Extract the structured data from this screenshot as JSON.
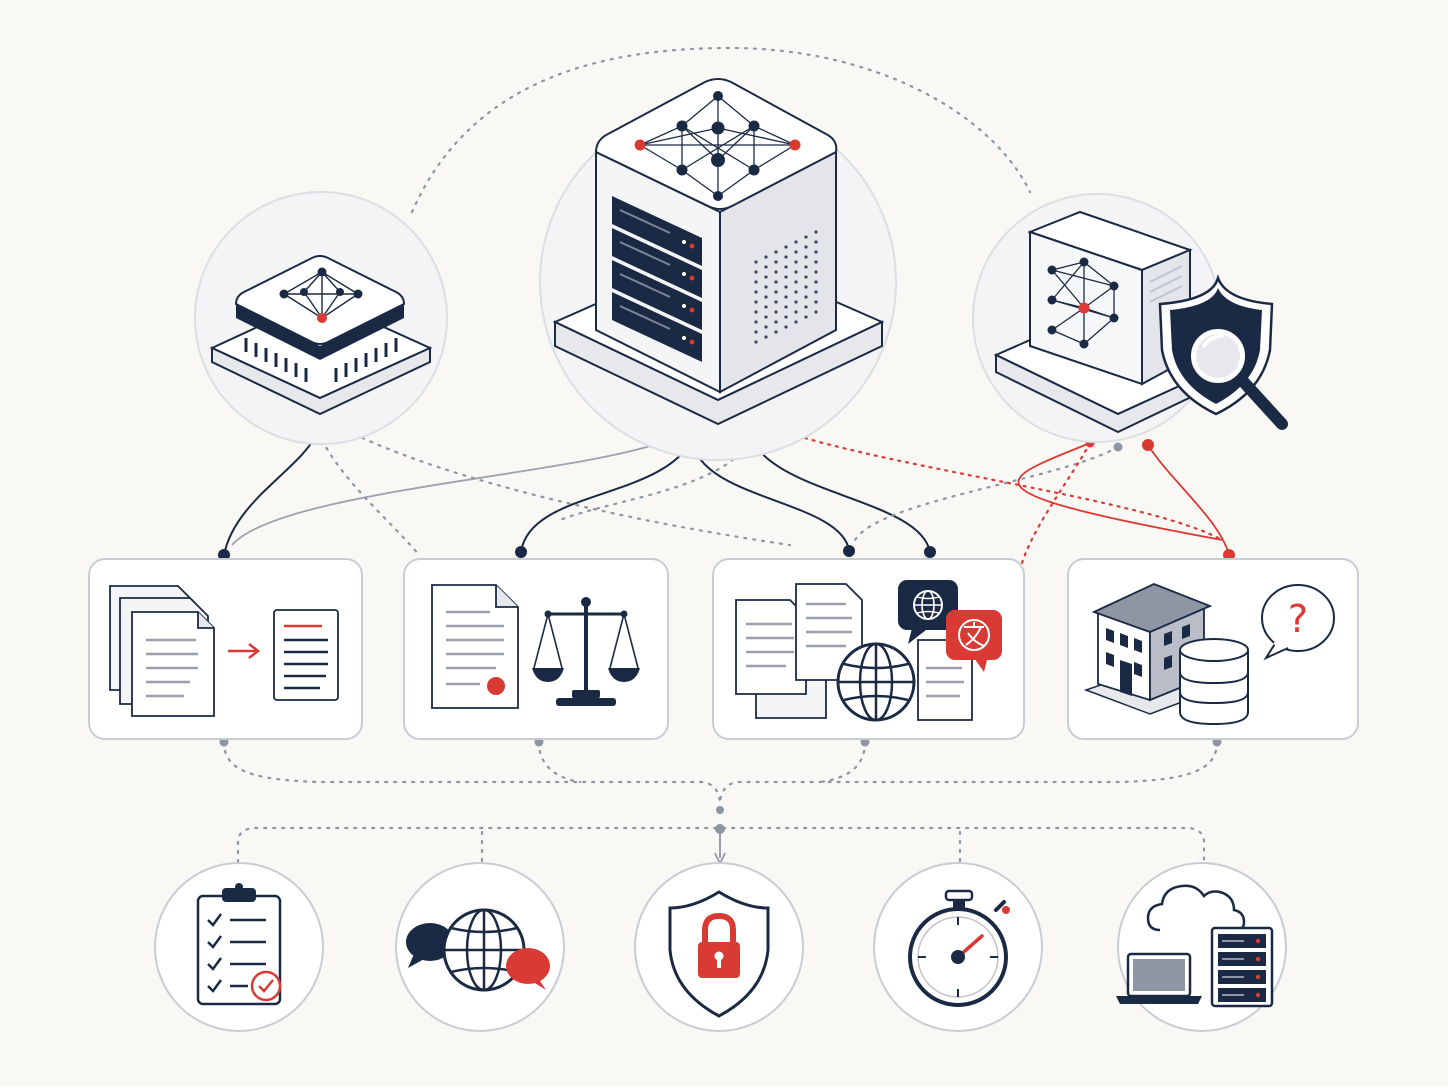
{
  "colors": {
    "background": "#faf8f5",
    "navy": "#1b2a44",
    "red": "#d93b34",
    "gray": "#8e95a3",
    "light_gray": "#c9ccd3",
    "panel_fill": "#ffffff",
    "face_light": "#f1f2f4",
    "face_mid": "#e1e3e8"
  },
  "top_nodes": [
    {
      "id": "edge-chip",
      "icon": "neural-chip-icon"
    },
    {
      "id": "central-server",
      "icon": "neural-server-icon"
    },
    {
      "id": "secure-appliance",
      "icon": "shielded-model-appliance-icon"
    }
  ],
  "task_cards": [
    {
      "id": "summarization",
      "icons": [
        "document-stack-icon",
        "arrow-right-icon",
        "summary-document-icon"
      ]
    },
    {
      "id": "legal-review",
      "icons": [
        "legal-document-icon",
        "scales-icon"
      ]
    },
    {
      "id": "translation",
      "icons": [
        "multilingual-documents-icon",
        "globe-icon",
        "globe-chat-icon",
        "translate-chat-icon"
      ]
    },
    {
      "id": "enterprise-qa",
      "icons": [
        "building-icon",
        "database-icon",
        "question-bubble-icon"
      ]
    }
  ],
  "outcomes": [
    {
      "id": "accuracy",
      "icon": "checklist-icon"
    },
    {
      "id": "multilingual",
      "icon": "chat-globe-icon"
    },
    {
      "id": "privacy",
      "icon": "shield-lock-icon"
    },
    {
      "id": "latency",
      "icon": "stopwatch-icon"
    },
    {
      "id": "deployment",
      "icon": "laptop-cloud-server-icon"
    }
  ],
  "question_mark": "?"
}
